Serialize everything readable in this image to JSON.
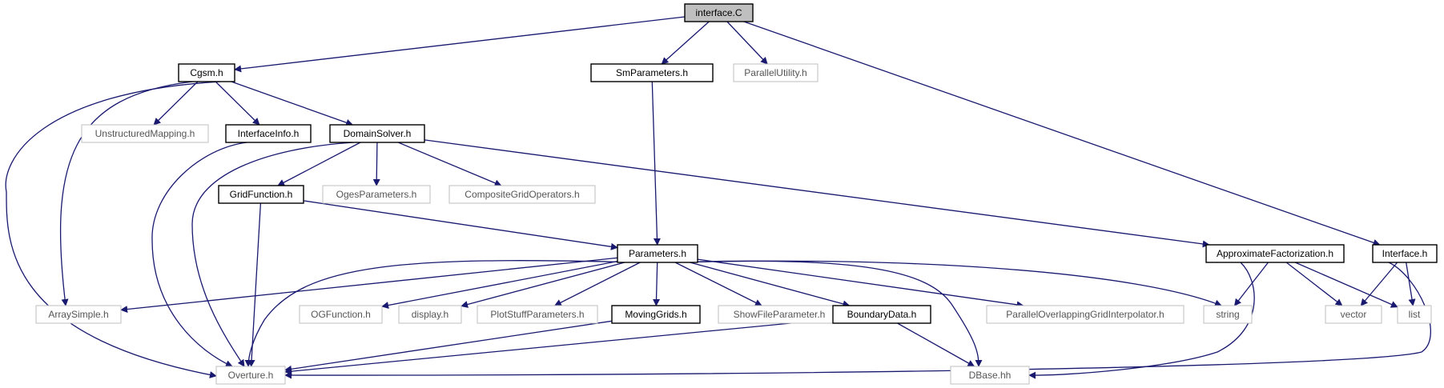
{
  "graph": {
    "nodes": [
      {
        "id": "interface_C",
        "label": "interface.C",
        "kind": "root"
      },
      {
        "id": "Cgsm_h",
        "label": "Cgsm.h",
        "kind": "documented"
      },
      {
        "id": "SmParameters_h",
        "label": "SmParameters.h",
        "kind": "documented"
      },
      {
        "id": "ParallelUtility_h",
        "label": "ParallelUtility.h",
        "kind": "external"
      },
      {
        "id": "UnstructuredMapping_h",
        "label": "UnstructuredMapping.h",
        "kind": "external"
      },
      {
        "id": "InterfaceInfo_h",
        "label": "InterfaceInfo.h",
        "kind": "documented"
      },
      {
        "id": "DomainSolver_h",
        "label": "DomainSolver.h",
        "kind": "documented"
      },
      {
        "id": "GridFunction_h",
        "label": "GridFunction.h",
        "kind": "documented"
      },
      {
        "id": "OgesParameters_h",
        "label": "OgesParameters.h",
        "kind": "external"
      },
      {
        "id": "CompositeGridOperators_h",
        "label": "CompositeGridOperators.h",
        "kind": "external"
      },
      {
        "id": "Parameters_h",
        "label": "Parameters.h",
        "kind": "documented"
      },
      {
        "id": "ApproximateFactorization_h",
        "label": "ApproximateFactorization.h",
        "kind": "documented"
      },
      {
        "id": "Interface_h",
        "label": "Interface.h",
        "kind": "documented"
      },
      {
        "id": "ArraySimple_h",
        "label": "ArraySimple.h",
        "kind": "external"
      },
      {
        "id": "OGFunction_h",
        "label": "OGFunction.h",
        "kind": "external"
      },
      {
        "id": "display_h",
        "label": "display.h",
        "kind": "external"
      },
      {
        "id": "PlotStuffParameters_h",
        "label": "PlotStuffParameters.h",
        "kind": "external"
      },
      {
        "id": "MovingGrids_h",
        "label": "MovingGrids.h",
        "kind": "documented"
      },
      {
        "id": "ShowFileParameter_h",
        "label": "ShowFileParameter.h",
        "kind": "external"
      },
      {
        "id": "BoundaryData_h",
        "label": "BoundaryData.h",
        "kind": "documented"
      },
      {
        "id": "ParallelOverlappingGridInterpolator_h",
        "label": "ParallelOverlappingGridInterpolator.h",
        "kind": "external"
      },
      {
        "id": "string",
        "label": "string",
        "kind": "external"
      },
      {
        "id": "vector",
        "label": "vector",
        "kind": "external"
      },
      {
        "id": "list",
        "label": "list",
        "kind": "external"
      },
      {
        "id": "Overture_h",
        "label": "Overture.h",
        "kind": "external"
      },
      {
        "id": "DBase_hh",
        "label": "DBase.hh",
        "kind": "external"
      }
    ],
    "edges": [
      [
        "interface_C",
        "Cgsm_h"
      ],
      [
        "interface_C",
        "SmParameters_h"
      ],
      [
        "interface_C",
        "ParallelUtility_h"
      ],
      [
        "interface_C",
        "Interface_h"
      ],
      [
        "Cgsm_h",
        "Overture_h"
      ],
      [
        "Cgsm_h",
        "ArraySimple_h"
      ],
      [
        "Cgsm_h",
        "UnstructuredMapping_h"
      ],
      [
        "Cgsm_h",
        "InterfaceInfo_h"
      ],
      [
        "Cgsm_h",
        "DomainSolver_h"
      ],
      [
        "SmParameters_h",
        "Parameters_h"
      ],
      [
        "InterfaceInfo_h",
        "Overture_h"
      ],
      [
        "DomainSolver_h",
        "Overture_h"
      ],
      [
        "DomainSolver_h",
        "GridFunction_h"
      ],
      [
        "DomainSolver_h",
        "OgesParameters_h"
      ],
      [
        "DomainSolver_h",
        "CompositeGridOperators_h"
      ],
      [
        "DomainSolver_h",
        "ApproximateFactorization_h"
      ],
      [
        "GridFunction_h",
        "Parameters_h"
      ],
      [
        "GridFunction_h",
        "Overture_h"
      ],
      [
        "Parameters_h",
        "ArraySimple_h"
      ],
      [
        "Parameters_h",
        "Overture_h"
      ],
      [
        "Parameters_h",
        "OGFunction_h"
      ],
      [
        "Parameters_h",
        "display_h"
      ],
      [
        "Parameters_h",
        "PlotStuffParameters_h"
      ],
      [
        "Parameters_h",
        "MovingGrids_h"
      ],
      [
        "Parameters_h",
        "ShowFileParameter_h"
      ],
      [
        "Parameters_h",
        "BoundaryData_h"
      ],
      [
        "Parameters_h",
        "DBase_hh"
      ],
      [
        "Parameters_h",
        "ParallelOverlappingGridInterpolator_h"
      ],
      [
        "Parameters_h",
        "string"
      ],
      [
        "MovingGrids_h",
        "Overture_h"
      ],
      [
        "BoundaryData_h",
        "Overture_h"
      ],
      [
        "BoundaryData_h",
        "DBase_hh"
      ],
      [
        "ApproximateFactorization_h",
        "string"
      ],
      [
        "ApproximateFactorization_h",
        "DBase_hh"
      ],
      [
        "ApproximateFactorization_h",
        "vector"
      ],
      [
        "ApproximateFactorization_h",
        "list"
      ],
      [
        "Interface_h",
        "vector"
      ],
      [
        "Interface_h",
        "list"
      ],
      [
        "Interface_h",
        "Overture_h"
      ]
    ]
  }
}
